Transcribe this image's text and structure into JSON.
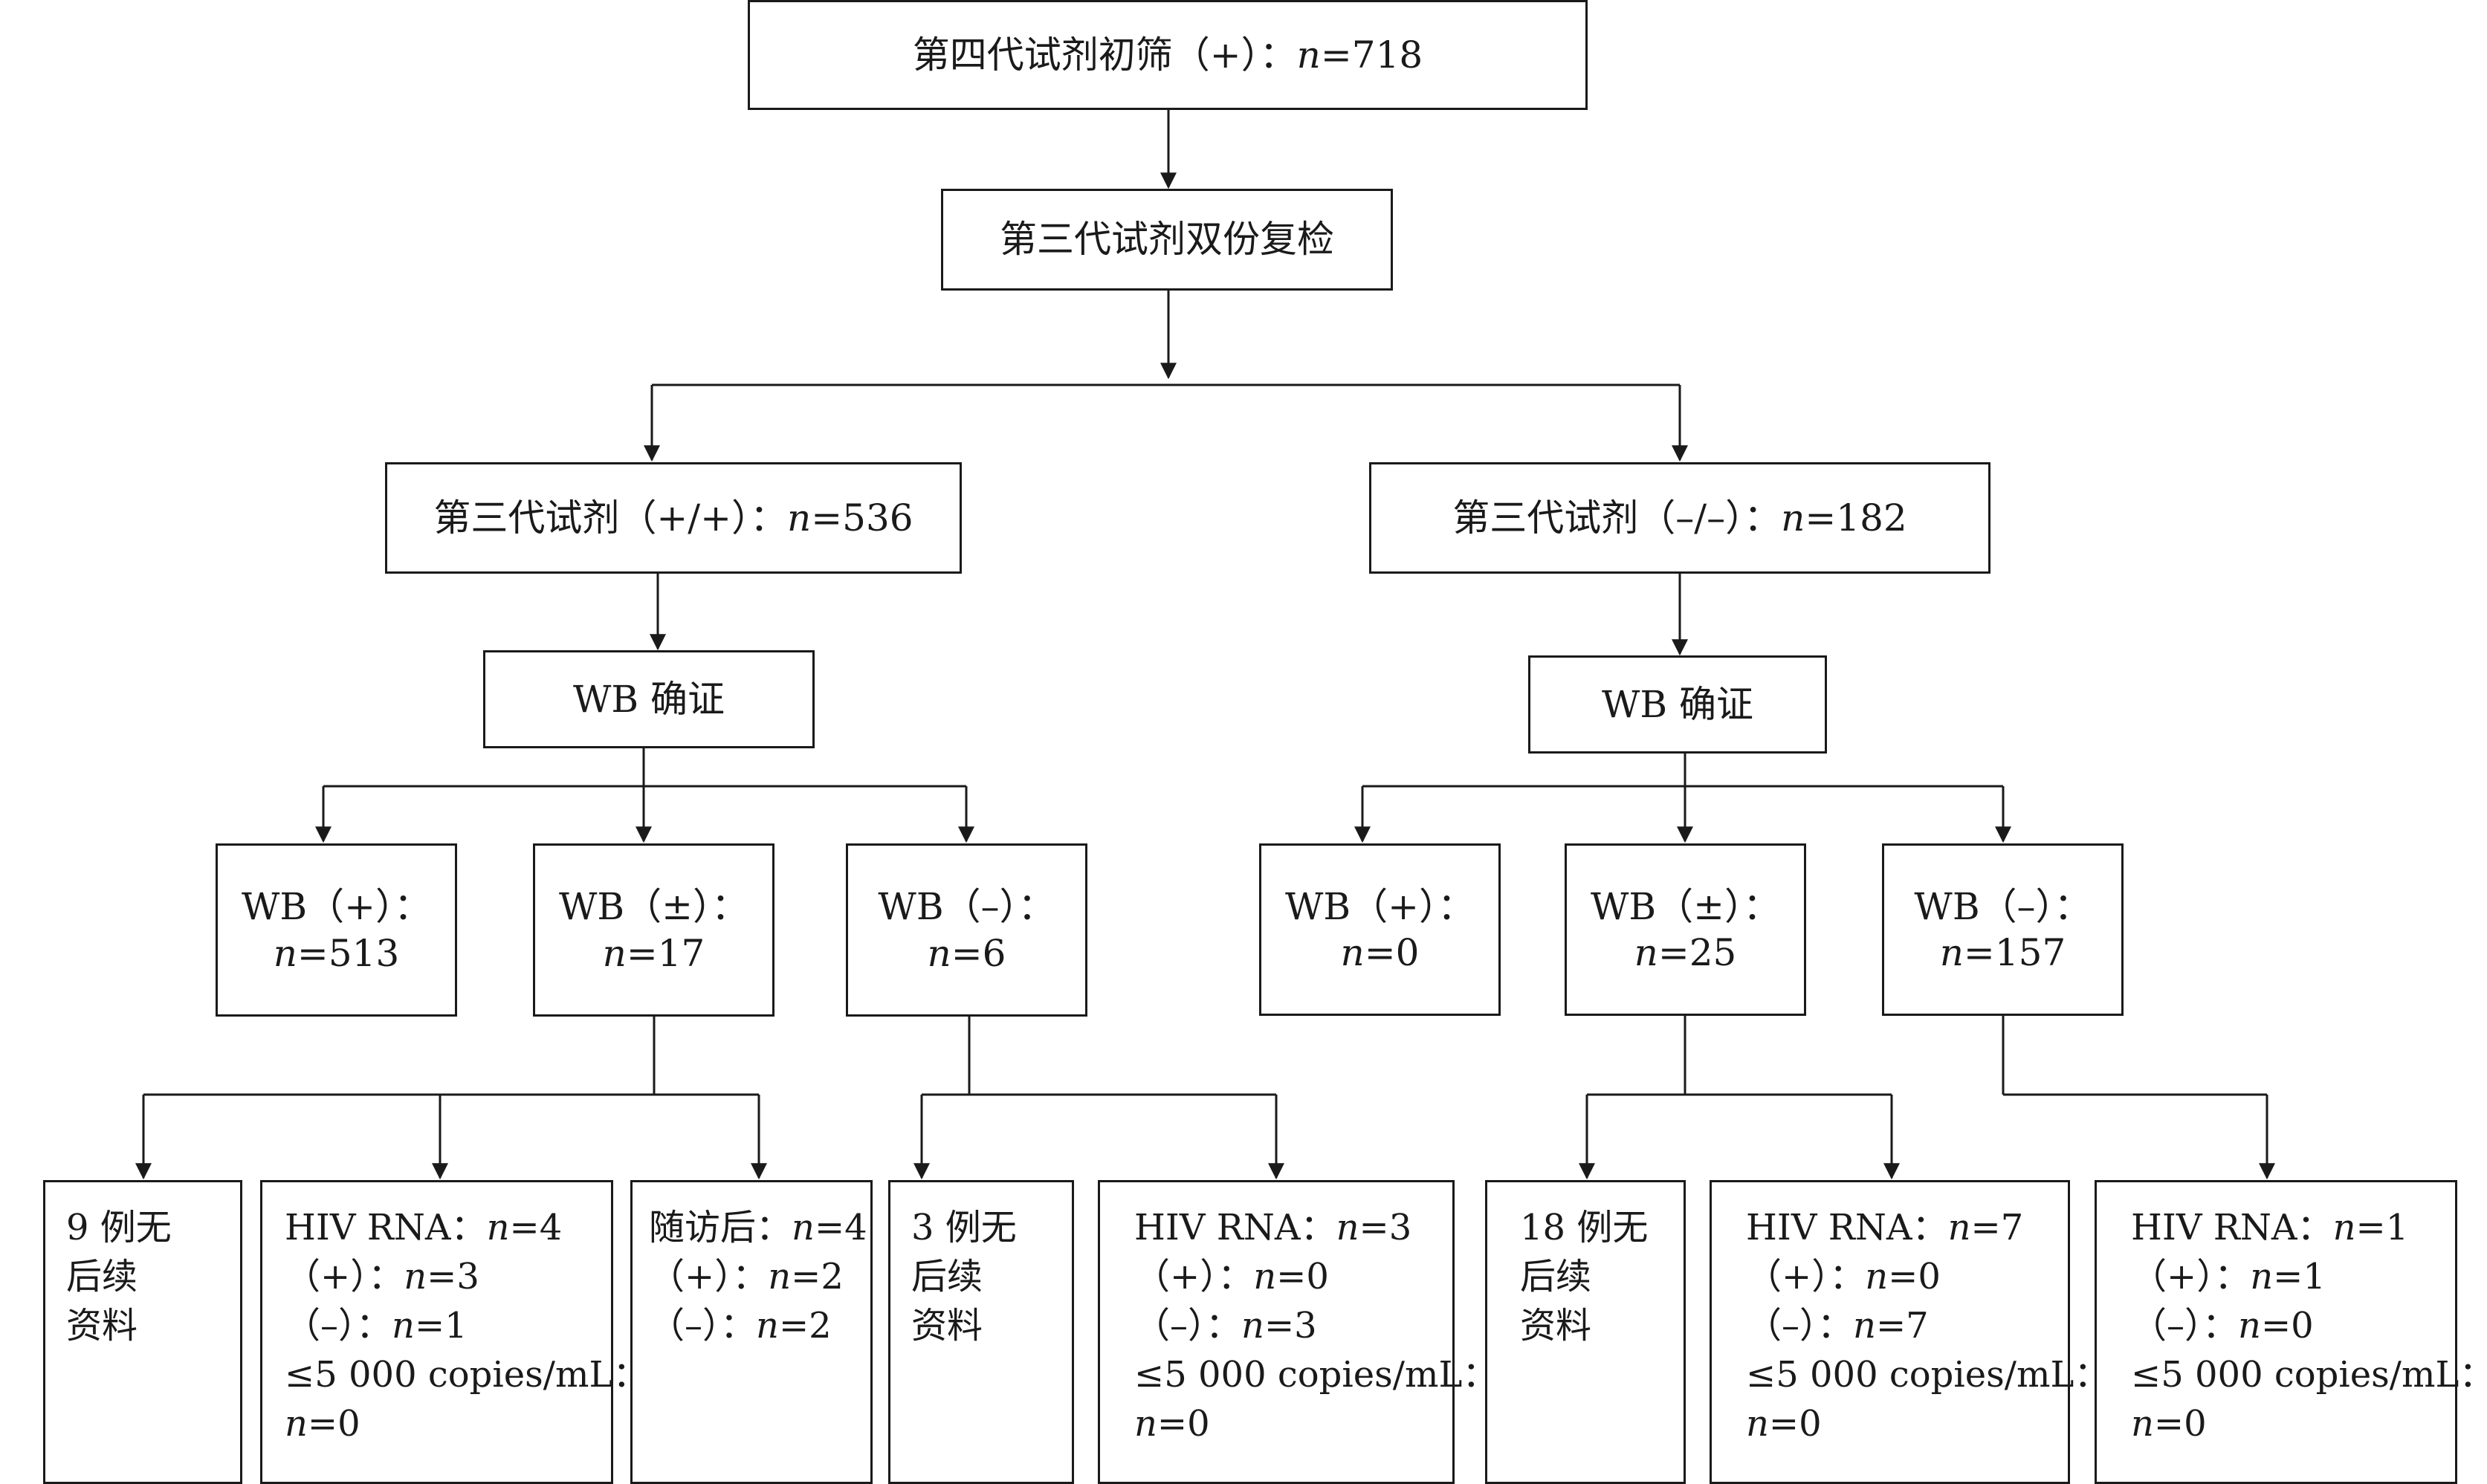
{
  "top": {
    "label": "第四代试剂初筛（+）：",
    "n": "n",
    "value": "=718"
  },
  "retest": {
    "label": "第三代试剂双份复检"
  },
  "left_branch": {
    "header": {
      "label": "第三代试剂（+/+）：",
      "n": "n",
      "value": "=536"
    },
    "wb": {
      "label": "WB 确证"
    },
    "wb_pos": {
      "label": "WB（+）：",
      "n": "n",
      "value": "=513"
    },
    "wb_ind": {
      "label": "WB（±）：",
      "n": "n",
      "value": "=17"
    },
    "wb_neg": {
      "label": "WB（–）：",
      "n": "n",
      "value": "=6"
    },
    "leaf_no_data_9": {
      "lines": [
        "9 例无",
        "后续",
        "资料"
      ]
    },
    "leaf_hiv_rna_4": {
      "l1": "HIV RNA：",
      "l1n": "n",
      "l1v": "=4",
      "l2": "（+）：",
      "l2n": "n",
      "l2v": "=3",
      "l3": "（–）：",
      "l3n": "n",
      "l3v": "=1",
      "l4": "≤5 000 copies/mL：",
      "l5n": "n",
      "l5v": "=0"
    },
    "leaf_followup": {
      "l1": "随访后：",
      "l1n": "n",
      "l1v": "=4",
      "l2": "（+）：",
      "l2n": "n",
      "l2v": "=2",
      "l3": "（–）：",
      "l3n": "n",
      "l3v": "=2"
    },
    "leaf_no_data_3": {
      "lines": [
        "3 例无",
        "后续",
        "资料"
      ]
    },
    "leaf_hiv_rna_3": {
      "l1": "HIV RNA：",
      "l1n": "n",
      "l1v": "=3",
      "l2": "（+）：",
      "l2n": "n",
      "l2v": "=0",
      "l3": "（–）：",
      "l3n": "n",
      "l3v": "=3",
      "l4": "≤5 000 copies/mL：",
      "l5n": "n",
      "l5v": "=0"
    }
  },
  "right_branch": {
    "header": {
      "label": "第三代试剂（–/–）：",
      "n": "n",
      "value": "=182"
    },
    "wb": {
      "label": "WB 确证"
    },
    "wb_pos": {
      "label": "WB（+）：",
      "n": "n",
      "value": "=0"
    },
    "wb_ind": {
      "label": "WB（±）：",
      "n": "n",
      "value": "=25"
    },
    "wb_neg": {
      "label": "WB（–）：",
      "n": "n",
      "value": "=157"
    },
    "leaf_no_data_18": {
      "lines": [
        "18 例无",
        "后续",
        "资料"
      ]
    },
    "leaf_hiv_rna_7": {
      "l1": "HIV RNA：",
      "l1n": "n",
      "l1v": "=7",
      "l2": "（+）：",
      "l2n": "n",
      "l2v": "=0",
      "l3": "（–）：",
      "l3n": "n",
      "l3v": "=7",
      "l4": "≤5 000 copies/mL：",
      "l5n": "n",
      "l5v": "=0"
    },
    "leaf_hiv_rna_1": {
      "l1": "HIV RNA：",
      "l1n": "n",
      "l1v": "=1",
      "l2": "（+）：",
      "l2n": "n",
      "l2v": "=1",
      "l3": "（–）：",
      "l3n": "n",
      "l3v": "=0",
      "l4": "≤5 000 copies/mL：",
      "l5n": "n",
      "l5v": "=0"
    }
  }
}
